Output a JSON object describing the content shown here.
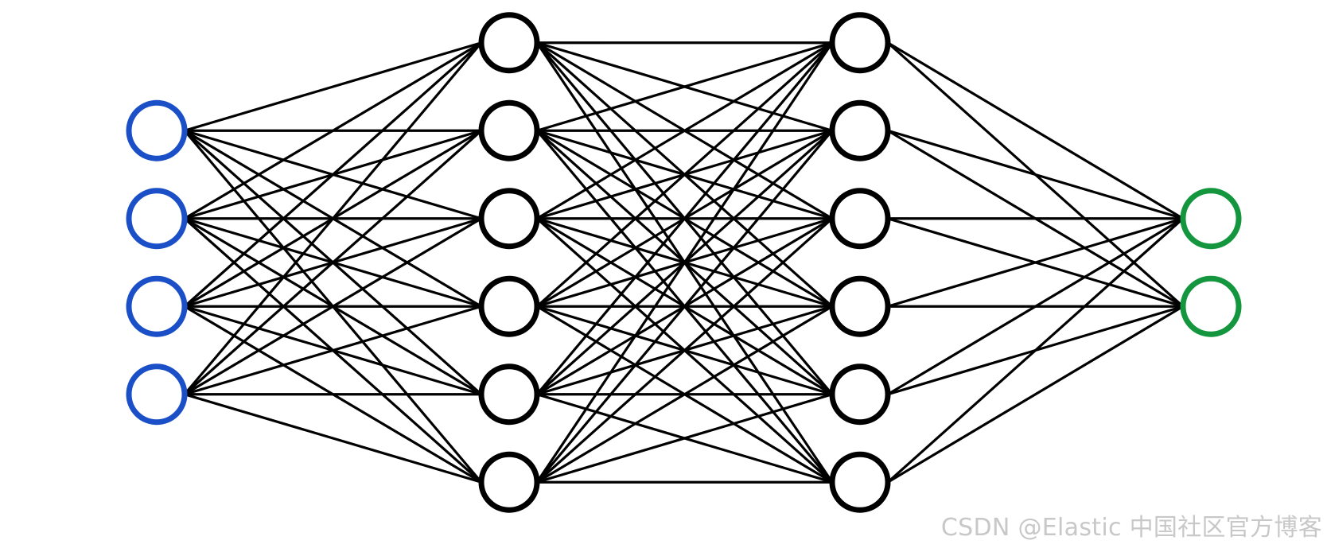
{
  "network": {
    "layers": [
      {
        "nodes": 4,
        "color": "#1a4fc7"
      },
      {
        "nodes": 6,
        "color": "#000000"
      },
      {
        "nodes": 6,
        "color": "#000000"
      },
      {
        "nodes": 2,
        "color": "#14963e"
      }
    ],
    "edge_color": "#000000",
    "connectivity": "fully-connected"
  },
  "watermark": {
    "text": "CSDN @Elastic 中国社区官方博客"
  }
}
